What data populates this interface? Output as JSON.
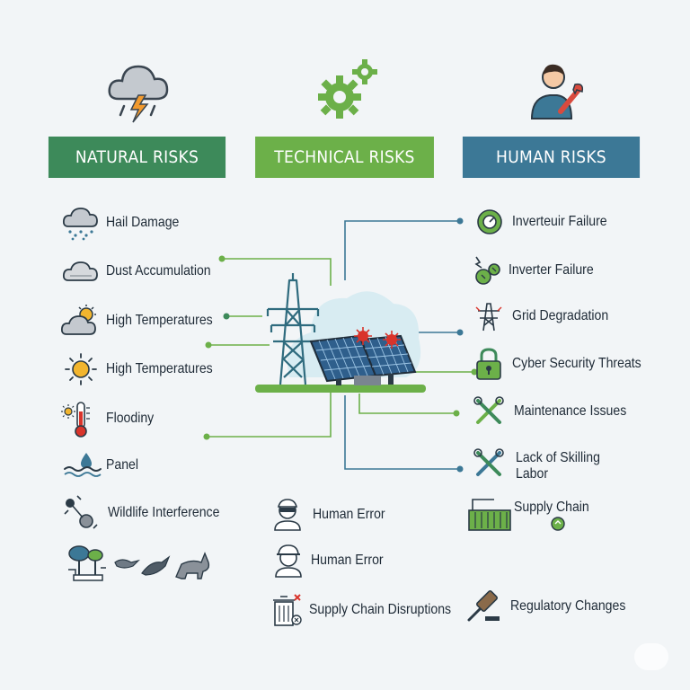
{
  "headers": {
    "natural": "NATURAL RISKS",
    "technical": "TECHNICAL RISKS",
    "human": "HUMAN RISKS"
  },
  "natural": [
    "Hail Damage",
    "Dust Accumulation",
    "High Temperatures",
    "High Temperatures",
    "Floodiny",
    "Panel",
    "Wildlife Interference"
  ],
  "technical": [
    "Human Error",
    "Human Error",
    "Supply Chain Disruptions"
  ],
  "human": [
    "Inverteuir Failure",
    "Inverter Failure",
    "Grid Degradation",
    "Cyber Security Threats",
    "Maintenance Issues",
    "Lack of Skilling",
    "Labor",
    "Supply Chain",
    "Regulatory Changes"
  ],
  "colors": {
    "natural": "#3d8a5a",
    "technical": "#6cb049",
    "human": "#3c7896",
    "text": "#1e2a36",
    "connector_green": "#6cb049",
    "connector_blue": "#3c7896"
  }
}
